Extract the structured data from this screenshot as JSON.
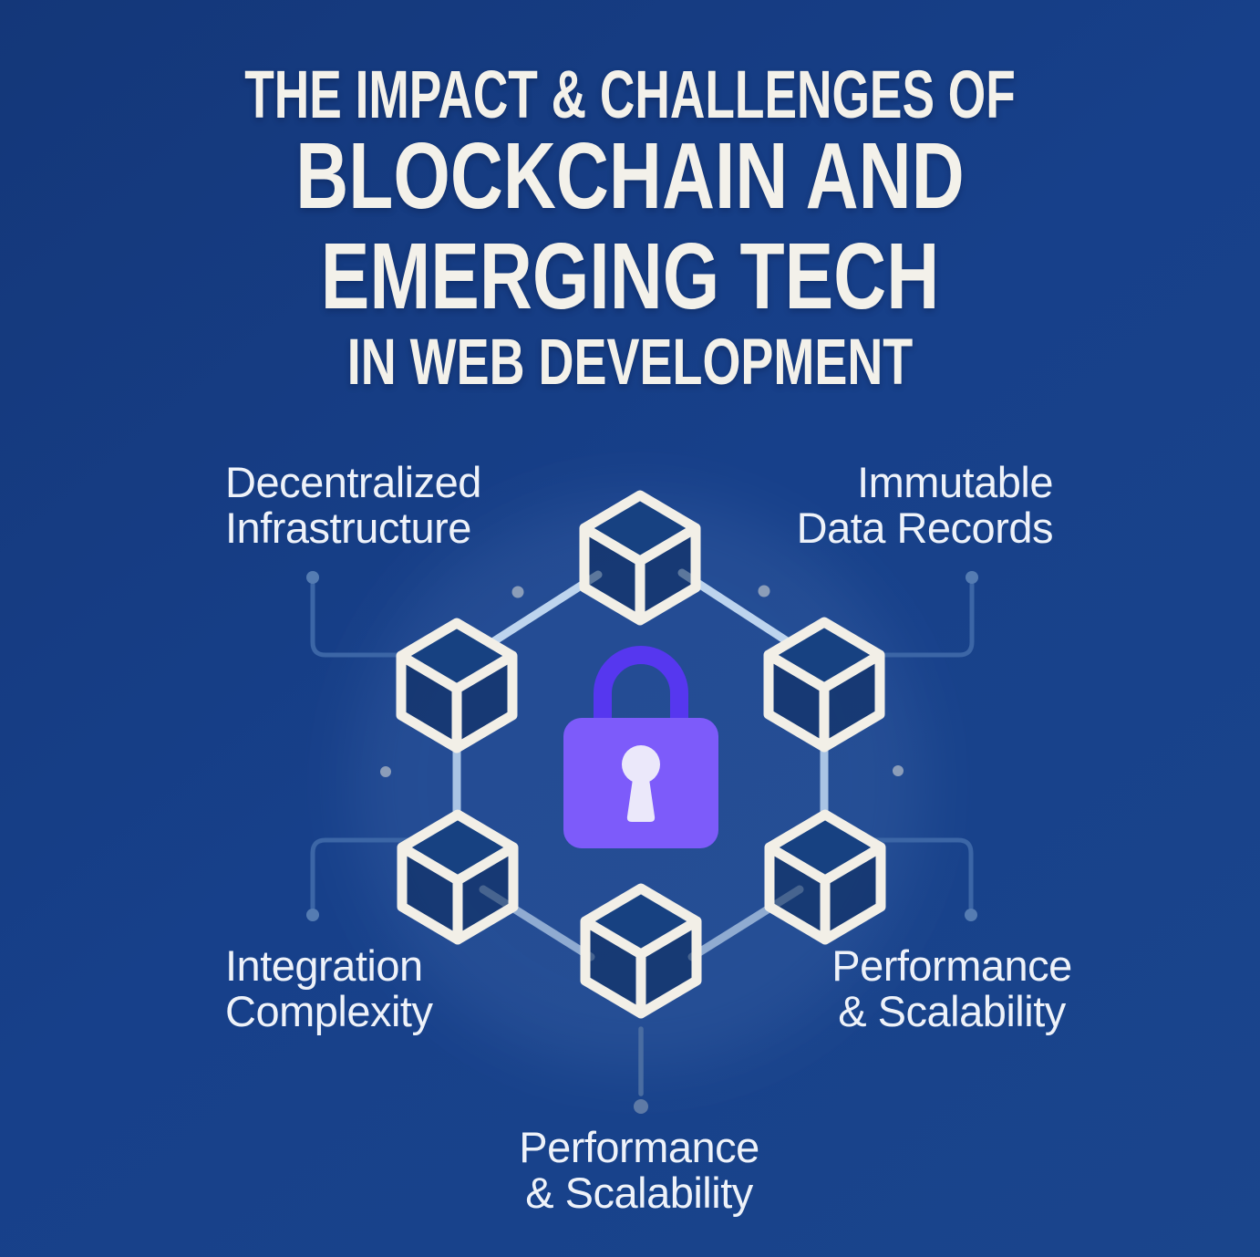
{
  "poster": {
    "title": {
      "kicker": "THE IMPACT & CHALLENGES OF",
      "line1": "BLOCKCHAIN AND",
      "line2": "EMERGING TECH",
      "subtitle": "IN WEB DEVELOPMENT"
    },
    "labels": {
      "decentralized": {
        "line1": "Decentralized",
        "line2": "Infrastructure"
      },
      "immutable": {
        "line1": "Immutable",
        "line2": "Data Records"
      },
      "integration": {
        "line1": "Integration",
        "line2": "Complexity"
      },
      "performance_right": {
        "line1": "Performance",
        "line2": "& Scalability"
      },
      "performance_bottom": {
        "line1": "Performance",
        "line2": "& Scalability"
      }
    },
    "icons": {
      "center": "lock-icon",
      "node": "cube-icon",
      "node_count": 6
    },
    "colors": {
      "background": "#17408a",
      "title_text": "#f3f1ea",
      "label_text": "#eef2f9",
      "cube_stroke": "#f2efe7",
      "cube_top_face": "#174181",
      "cube_front_face": "#0d2a5a",
      "network_line": "#a9c4e4",
      "connector_line": "#3c66a6",
      "connector_dot": "#557cb2",
      "scatter_dot": "#8b9db9",
      "lock_body": "#7d5bfa",
      "lock_shackle": "#5637ef",
      "lock_keyhole": "#ebe8fa"
    }
  }
}
